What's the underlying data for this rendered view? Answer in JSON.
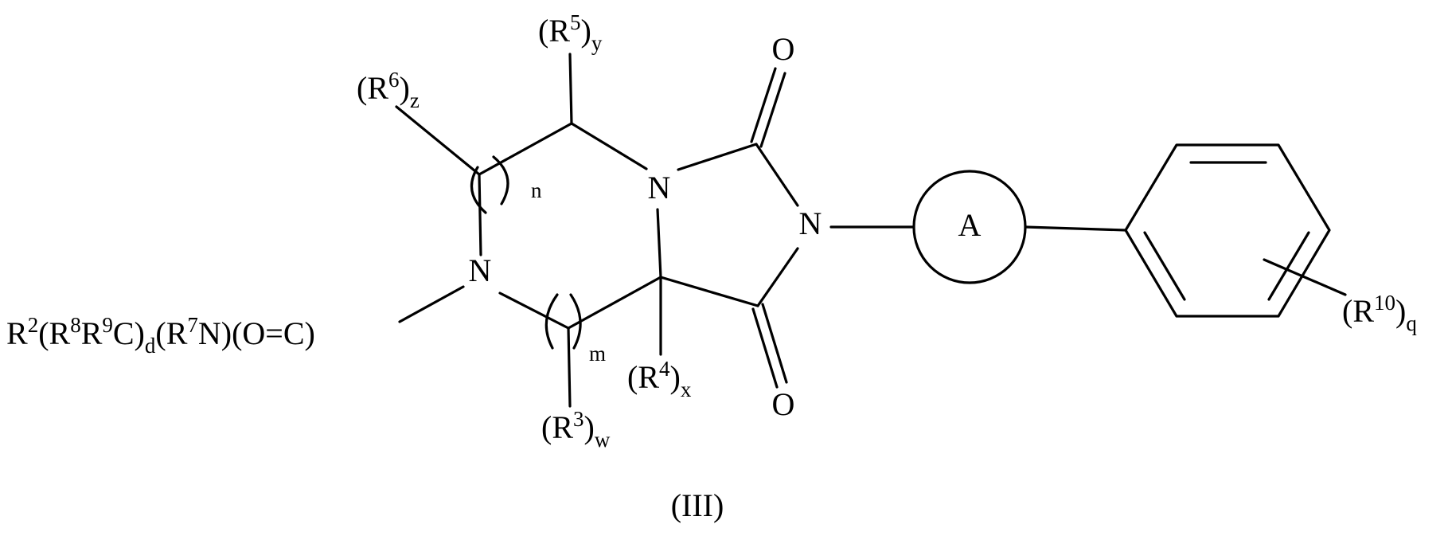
{
  "diagram": {
    "kind": "chemical-structure",
    "compound_label": "(III)",
    "atoms": {
      "n_ring_top": "N",
      "n_ring_left": "N",
      "n_imide": "N",
      "o_top": "O",
      "o_bottom": "O"
    },
    "ring_a_label": "A",
    "indices": {
      "n": "n",
      "m": "m"
    },
    "substituents": {
      "r5": {
        "open": "(R",
        "sup": "5",
        "close": ")",
        "sub": "y"
      },
      "r6": {
        "open": "(R",
        "sup": "6",
        "close": ")",
        "sub": "z"
      },
      "r3": {
        "open": "(R",
        "sup": "3",
        "close": ")",
        "sub": "w"
      },
      "r4": {
        "open": "(R",
        "sup": "4",
        "close": ")",
        "sub": "x"
      },
      "r10": {
        "open": "(R",
        "sup": "10",
        "close": ")",
        "sub": "q"
      }
    },
    "side_chain": {
      "r2": "R",
      "r2_sup": "2",
      "p1": "(R",
      "r8_sup": "8",
      "r9": "R",
      "r9_sup": "9",
      "p1_close": "C)",
      "d_sub": "d",
      "p2": "(R",
      "r7_sup": "7",
      "p2_close": "N)(O=C)"
    }
  }
}
